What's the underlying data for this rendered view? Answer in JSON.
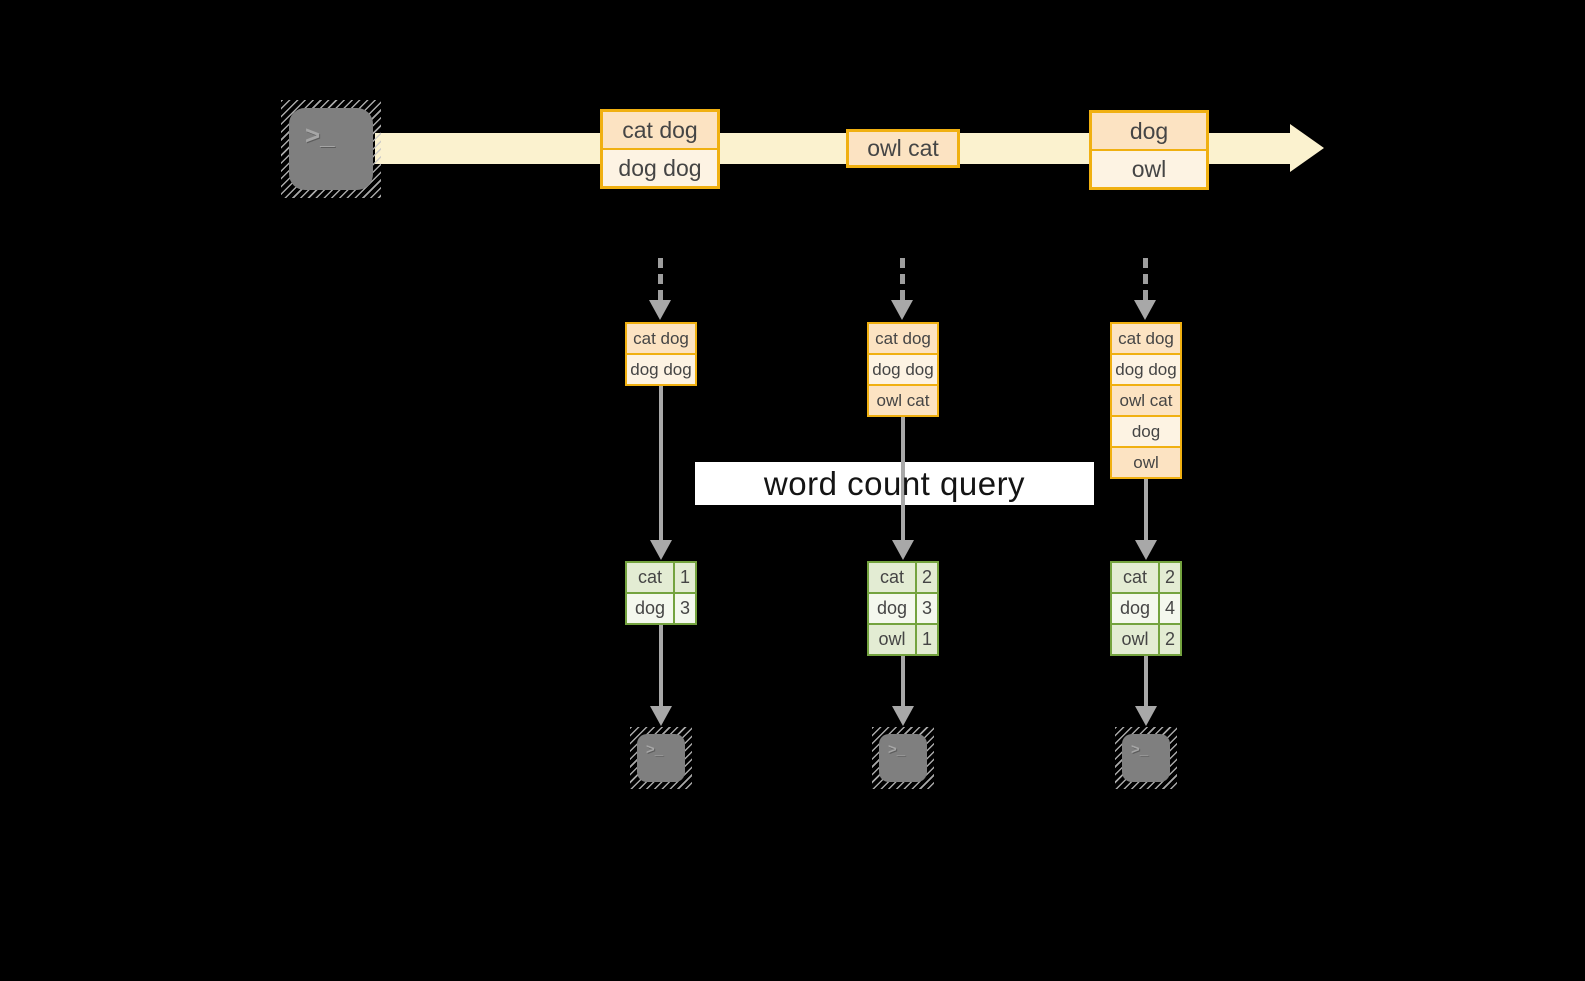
{
  "labels": {
    "query": "word count query",
    "prompt_glyph": ">_"
  },
  "stream": {
    "events": [
      {
        "lines": [
          "cat dog",
          "dog dog"
        ]
      },
      {
        "lines": [
          "owl cat"
        ]
      },
      {
        "lines": [
          "dog",
          "owl"
        ]
      }
    ]
  },
  "columns": [
    {
      "batch": [
        "cat dog",
        "dog dog"
      ],
      "counts": [
        {
          "word": "cat",
          "count": "1"
        },
        {
          "word": "dog",
          "count": "3"
        }
      ]
    },
    {
      "batch": [
        "cat dog",
        "dog dog",
        "owl cat"
      ],
      "counts": [
        {
          "word": "cat",
          "count": "2"
        },
        {
          "word": "dog",
          "count": "3"
        },
        {
          "word": "owl",
          "count": "1"
        }
      ]
    },
    {
      "batch": [
        "cat dog",
        "dog dog",
        "owl cat",
        "dog",
        "owl"
      ],
      "counts": [
        {
          "word": "cat",
          "count": "2"
        },
        {
          "word": "dog",
          "count": "4"
        },
        {
          "word": "owl",
          "count": "2"
        }
      ]
    }
  ],
  "colors": {
    "background": "#000000",
    "stream_band": "#fbf2cf",
    "amber_border": "#f0b011",
    "peach_fill": "#fce3c2",
    "cream_fill": "#fdf3e3",
    "green_border": "#74a33f",
    "green_fill": "#e3ecd3",
    "green_fill_light": "#f4f8ee",
    "connector_gray": "#a8a8a8",
    "terminal_gray": "#7f7f7f"
  }
}
